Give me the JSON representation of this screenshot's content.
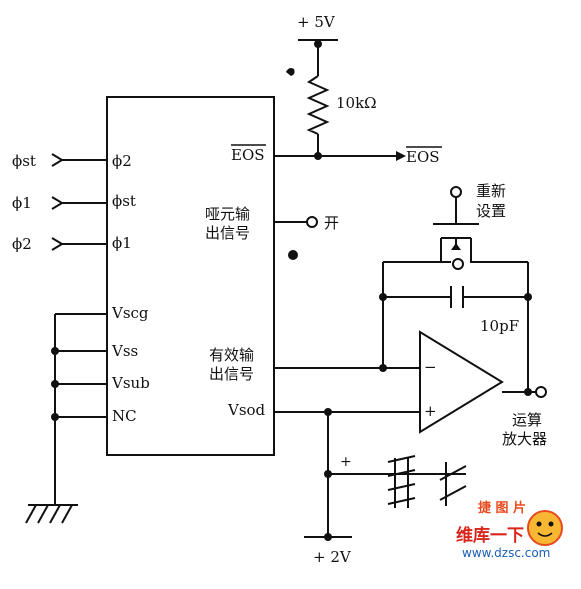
{
  "supply_top": "+ 5V",
  "supply_bottom": "+ 2V",
  "resistor": "10kΩ",
  "capacitor": "10pF",
  "eos_out": "EOS",
  "chip": {
    "eos_pin": "EOS",
    "dummy_out_line1": "哑元输",
    "dummy_out_line2": "出信号",
    "valid_out_line1": "有效输",
    "valid_out_line2": "出信号",
    "vsod": "Vsod",
    "left_pins": [
      "ϕ2",
      "ϕst",
      "ϕ1",
      "Vscg",
      "Vss",
      "Vsub",
      "NC"
    ]
  },
  "inputs": [
    "ϕst",
    "ϕ1",
    "ϕ2"
  ],
  "open_label": "开",
  "reset_line1": "重新",
  "reset_line2": "设置",
  "opamp_minus": "−",
  "opamp_plus": "+",
  "opamp_line1": "运算",
  "opamp_line2": "放大器",
  "battery_plus": "+",
  "watermark": {
    "top": "捷 图 片",
    "brand": "维库一下",
    "url": "www.dzsc.com"
  }
}
